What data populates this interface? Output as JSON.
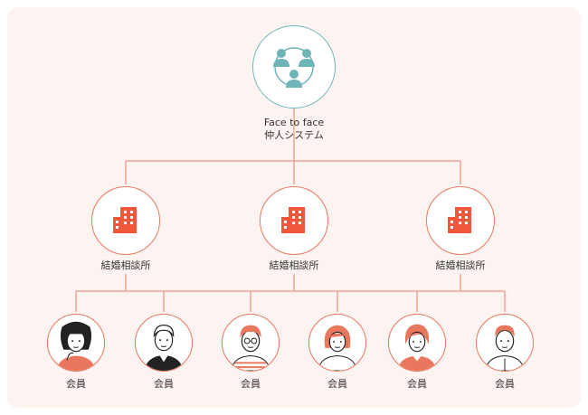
{
  "top": {
    "line1": "Face to face",
    "line2": "仲人システム"
  },
  "offices": [
    {
      "label": "結婚相談所"
    },
    {
      "label": "結婚相談所"
    },
    {
      "label": "結婚相談所"
    }
  ],
  "members": [
    {
      "label": "会員"
    },
    {
      "label": "会員"
    },
    {
      "label": "会員"
    },
    {
      "label": "会員"
    },
    {
      "label": "会員"
    },
    {
      "label": "会員"
    }
  ],
  "colors": {
    "accent": "#e8775d",
    "teal": "#6fb5b8",
    "building": "#f0573b",
    "background": "#fdf3f1",
    "line": "#f2a493"
  },
  "icons": {
    "top": "people-network-icon",
    "office": "building-icon",
    "member": "person-avatar-icon"
  }
}
